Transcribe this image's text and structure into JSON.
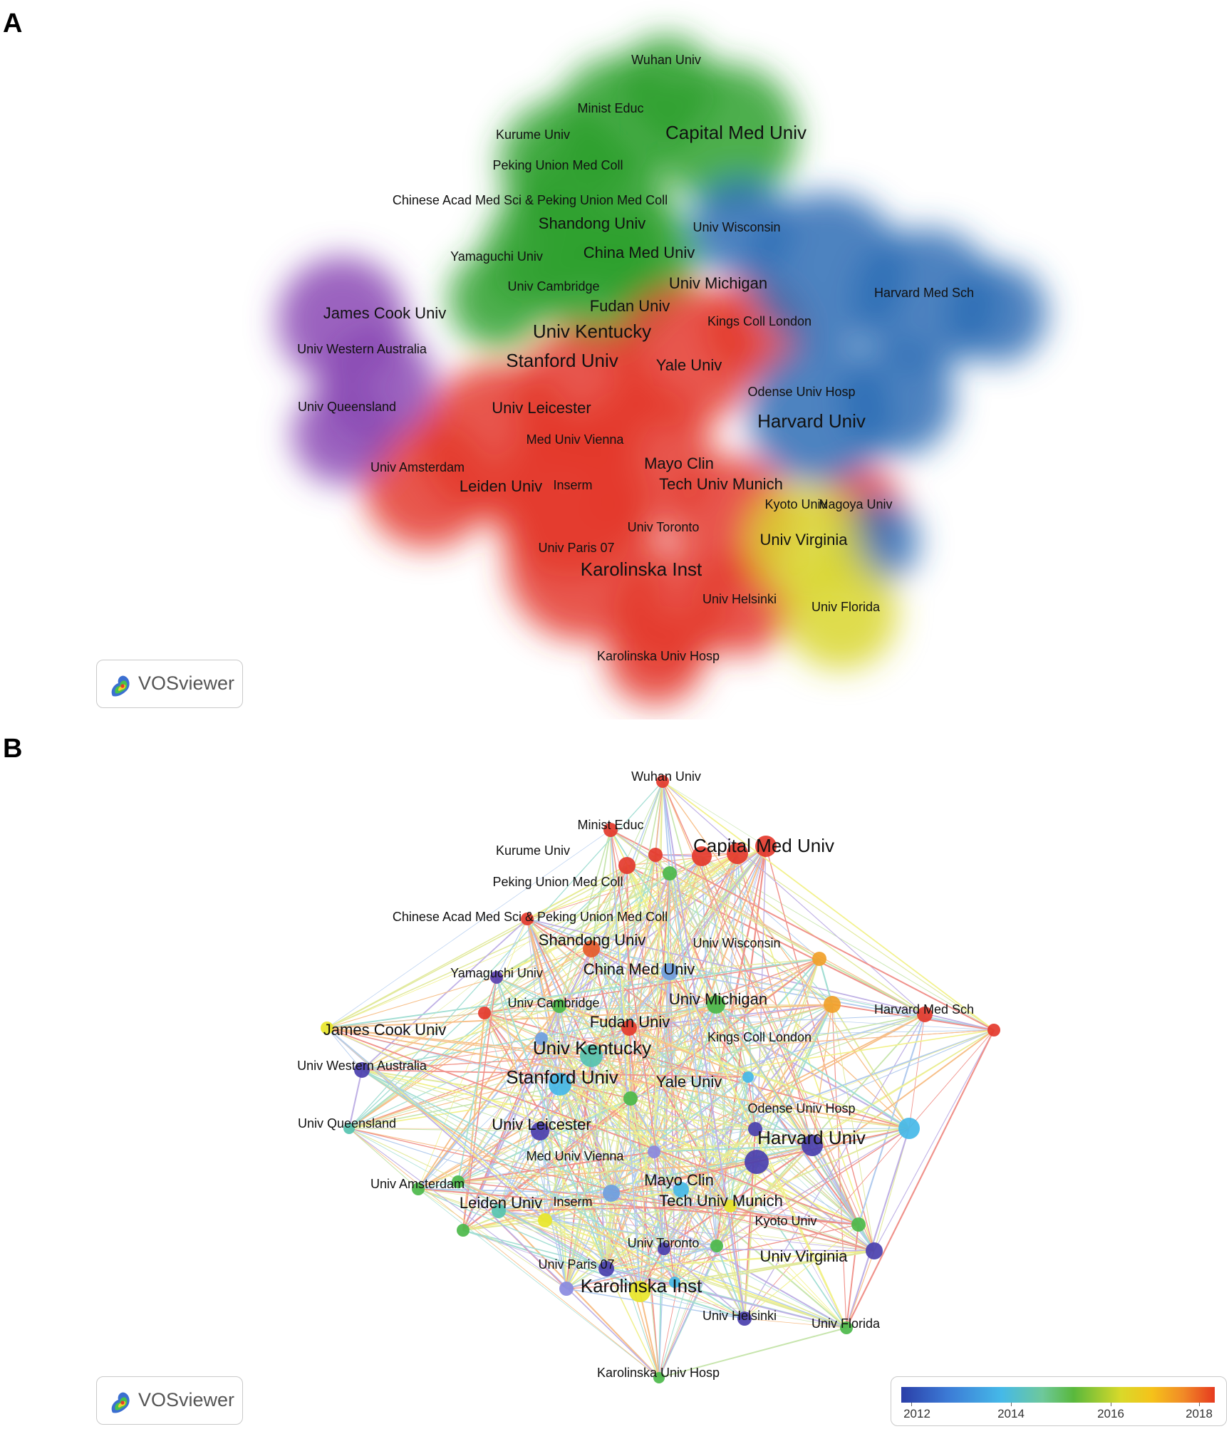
{
  "panels": {
    "a": {
      "letter": "A"
    },
    "b": {
      "letter": "B"
    }
  },
  "logo": {
    "text": "VOSviewer",
    "icon": "vosviewer-logo-icon"
  },
  "colors": {
    "red": "#e53b2c",
    "green": "#33a532",
    "blue": "#2f6fb8",
    "purple": "#8e4fb6",
    "yellow": "#d6d32a"
  },
  "density_map": {
    "clusters": [
      {
        "name": "green",
        "color": "#2ea12f"
      },
      {
        "name": "red",
        "color": "#e4392d"
      },
      {
        "name": "blue",
        "color": "#2d6db5"
      },
      {
        "name": "purple",
        "color": "#8a48b4"
      },
      {
        "name": "yellow",
        "color": "#d9d62e"
      }
    ],
    "labels": [
      {
        "id": "wuhan",
        "text": "Wuhan Univ",
        "size": "s"
      },
      {
        "id": "minist",
        "text": "Minist Educ",
        "size": "s"
      },
      {
        "id": "kurume",
        "text": "Kurume Univ",
        "size": "s"
      },
      {
        "id": "capital",
        "text": "Capital Med Univ",
        "size": "l"
      },
      {
        "id": "peking",
        "text": "Peking Union Med Coll",
        "size": "s"
      },
      {
        "id": "chinese",
        "text": "Chinese Acad Med Sci & Peking Union Med Coll",
        "size": "s"
      },
      {
        "id": "shandong",
        "text": "Shandong Univ",
        "size": "m"
      },
      {
        "id": "wisconsin",
        "text": "Univ Wisconsin",
        "size": "s"
      },
      {
        "id": "yamaguchi",
        "text": "Yamaguchi Univ",
        "size": "s"
      },
      {
        "id": "chinamed",
        "text": "China Med Univ",
        "size": "m"
      },
      {
        "id": "cambridge",
        "text": "Univ Cambridge",
        "size": "s"
      },
      {
        "id": "michigan",
        "text": "Univ Michigan",
        "size": "m"
      },
      {
        "id": "harvardmed",
        "text": "Harvard Med Sch",
        "size": "s"
      },
      {
        "id": "jamescook",
        "text": "James Cook Univ",
        "size": "m"
      },
      {
        "id": "fudan",
        "text": "Fudan Univ",
        "size": "m"
      },
      {
        "id": "kings",
        "text": "Kings Coll London",
        "size": "s"
      },
      {
        "id": "westaus",
        "text": "Univ Western Australia",
        "size": "s"
      },
      {
        "id": "kentucky",
        "text": "Univ Kentucky",
        "size": "l"
      },
      {
        "id": "stanford",
        "text": "Stanford Univ",
        "size": "l"
      },
      {
        "id": "yale",
        "text": "Yale Univ",
        "size": "m"
      },
      {
        "id": "odense",
        "text": "Odense Univ Hosp",
        "size": "s"
      },
      {
        "id": "queensland",
        "text": "Univ Queensland",
        "size": "s"
      },
      {
        "id": "leicester",
        "text": "Univ Leicester",
        "size": "m"
      },
      {
        "id": "harvard",
        "text": "Harvard Univ",
        "size": "l"
      },
      {
        "id": "vienna",
        "text": "Med Univ Vienna",
        "size": "s"
      },
      {
        "id": "amsterdam",
        "text": "Univ Amsterdam",
        "size": "s"
      },
      {
        "id": "mayo",
        "text": "Mayo Clin",
        "size": "m"
      },
      {
        "id": "leiden",
        "text": "Leiden Univ",
        "size": "m"
      },
      {
        "id": "inserm",
        "text": "Inserm",
        "size": "s"
      },
      {
        "id": "munich",
        "text": "Tech Univ Munich",
        "size": "m"
      },
      {
        "id": "kyoto",
        "text": "Kyoto Univ",
        "size": "s"
      },
      {
        "id": "nagoya",
        "text": "Nagoya Univ",
        "size": "s"
      },
      {
        "id": "toronto",
        "text": "Univ Toronto",
        "size": "s"
      },
      {
        "id": "virginia",
        "text": "Univ Virginia",
        "size": "m"
      },
      {
        "id": "paris",
        "text": "Univ Paris 07",
        "size": "s"
      },
      {
        "id": "karolinska",
        "text": "Karolinska Inst",
        "size": "l"
      },
      {
        "id": "helsinki",
        "text": "Univ Helsinki",
        "size": "s"
      },
      {
        "id": "florida",
        "text": "Univ Florida",
        "size": "s"
      },
      {
        "id": "karohosp",
        "text": "Karolinska Univ Hosp",
        "size": "s"
      }
    ]
  },
  "overlay_map": {
    "labels": [
      {
        "id": "wuhan",
        "text": "Wuhan Univ",
        "size": "s"
      },
      {
        "id": "minist",
        "text": "Minist Educ",
        "size": "s"
      },
      {
        "id": "kurume",
        "text": "Kurume Univ",
        "size": "s"
      },
      {
        "id": "capital",
        "text": "Capital Med Univ",
        "size": "l"
      },
      {
        "id": "peking",
        "text": "Peking Union Med Coll",
        "size": "s"
      },
      {
        "id": "chinese",
        "text": "Chinese Acad Med Sci & Peking Union Med Coll",
        "size": "s"
      },
      {
        "id": "shandong",
        "text": "Shandong Univ",
        "size": "m"
      },
      {
        "id": "wisconsin",
        "text": "Univ Wisconsin",
        "size": "s"
      },
      {
        "id": "yamaguchi",
        "text": "Yamaguchi Univ",
        "size": "s"
      },
      {
        "id": "chinamed",
        "text": "China Med Univ",
        "size": "m"
      },
      {
        "id": "cambridge",
        "text": "Univ Cambridge",
        "size": "s"
      },
      {
        "id": "michigan",
        "text": "Univ Michigan",
        "size": "m"
      },
      {
        "id": "harvardmed",
        "text": "Harvard Med Sch",
        "size": "s"
      },
      {
        "id": "jamescook",
        "text": "James Cook Univ",
        "size": "m"
      },
      {
        "id": "fudan",
        "text": "Fudan Univ",
        "size": "m"
      },
      {
        "id": "kings",
        "text": "Kings Coll London",
        "size": "s"
      },
      {
        "id": "westaus",
        "text": "Univ Western Australia",
        "size": "s"
      },
      {
        "id": "kentucky",
        "text": "Univ Kentucky",
        "size": "l"
      },
      {
        "id": "stanford",
        "text": "Stanford Univ",
        "size": "l"
      },
      {
        "id": "yale",
        "text": "Yale Univ",
        "size": "m"
      },
      {
        "id": "odense",
        "text": "Odense Univ Hosp",
        "size": "s"
      },
      {
        "id": "queensland",
        "text": "Univ Queensland",
        "size": "s"
      },
      {
        "id": "leicester",
        "text": "Univ Leicester",
        "size": "m"
      },
      {
        "id": "harvard",
        "text": "Harvard Univ",
        "size": "l"
      },
      {
        "id": "vienna",
        "text": "Med Univ Vienna",
        "size": "s"
      },
      {
        "id": "amsterdam",
        "text": "Univ Amsterdam",
        "size": "s"
      },
      {
        "id": "mayo",
        "text": "Mayo Clin",
        "size": "m"
      },
      {
        "id": "leiden",
        "text": "Leiden Univ",
        "size": "m"
      },
      {
        "id": "inserm",
        "text": "Inserm",
        "size": "s"
      },
      {
        "id": "munich",
        "text": "Tech Univ Munich",
        "size": "m"
      },
      {
        "id": "kyoto",
        "text": "Kyoto Univ",
        "size": "s"
      },
      {
        "id": "toronto",
        "text": "Univ Toronto",
        "size": "s"
      },
      {
        "id": "virginia",
        "text": "Univ Virginia",
        "size": "m"
      },
      {
        "id": "paris",
        "text": "Univ Paris 07",
        "size": "s"
      },
      {
        "id": "karolinska",
        "text": "Karolinska Inst",
        "size": "l"
      },
      {
        "id": "helsinki",
        "text": "Univ Helsinki",
        "size": "s"
      },
      {
        "id": "florida",
        "text": "Univ Florida",
        "size": "s"
      },
      {
        "id": "karohosp",
        "text": "Karolinska Univ Hosp",
        "size": "s"
      }
    ],
    "node_colors": {
      "wuhan": "#e4392d",
      "minist": "#e4392d",
      "kurume": "#e8e62a",
      "capital": "#e4392d",
      "peking": "#e8e62a",
      "chinese": "#e4392d",
      "shandong": "#e65a2a",
      "wisconsin": "#d6d32a",
      "yamaguchi": "#5a3fb0",
      "chinamed": "#e4392d",
      "cambridge": "#4cb84a",
      "michigan": "#4cb84a",
      "harvardmed": "#e4392d",
      "jamescook": "#e8e62a",
      "fudan": "#e4392d",
      "kings": "#45b9e8",
      "westaus": "#4a3fae",
      "kentucky": "#56c3b0",
      "stanford": "#45b9e8",
      "yale": "#e8e62a",
      "odense": "#45b9e8",
      "queensland": "#56c3b0",
      "leicester": "#4a3fae",
      "harvard": "#4a3fae",
      "vienna": "#8a8ae0",
      "amsterdam": "#4cb84a",
      "mayo": "#45b9e8",
      "leiden": "#56c3b0",
      "inserm": "#e8e62a",
      "munich": "#e8e62a",
      "kyoto": "#4cb84a",
      "toronto": "#4a3fae",
      "virginia": "#56c3b0",
      "paris": "#4a3fae",
      "karolinska": "#e8e62a",
      "helsinki": "#4a3fae",
      "florida": "#4cb84a",
      "karohosp": "#4cb84a"
    },
    "colorbar": {
      "labels": [
        "2012",
        "2014",
        "2016",
        "2018"
      ],
      "stops": [
        "#2b3fa8",
        "#45b9e8",
        "#59b83c",
        "#d9d92a",
        "#e63a1f"
      ]
    }
  }
}
